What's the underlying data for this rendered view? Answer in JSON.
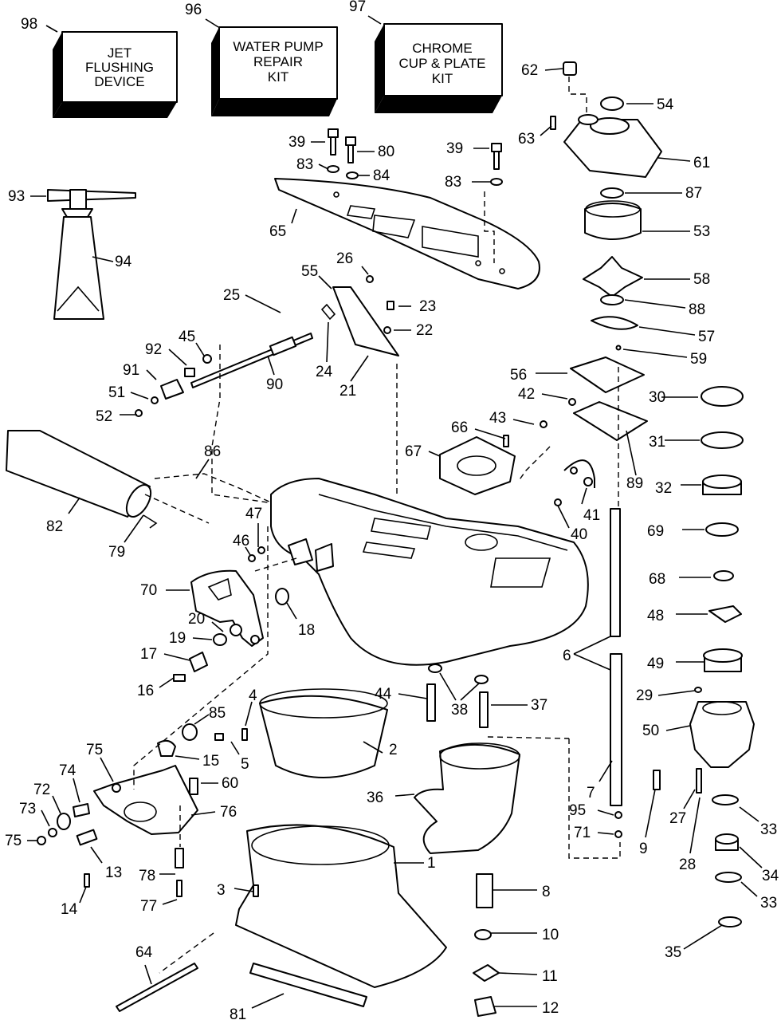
{
  "kits": {
    "k98": [
      "JET",
      "FLUSHING",
      "DEVICE"
    ],
    "k96": [
      "WATER PUMP",
      "REPAIR",
      "KIT"
    ],
    "k97": [
      "CHROME",
      "CUP & PLATE",
      "KIT"
    ]
  },
  "callouts": {
    "n98": "98",
    "n96": "96",
    "n97": "97",
    "n62": "62",
    "n54": "54",
    "n63": "63",
    "n61": "61",
    "n39a": "39",
    "n80": "80",
    "n83a": "83",
    "n84": "84",
    "n39b": "39",
    "n83b": "83",
    "n87": "87",
    "n93": "93",
    "n94": "94",
    "n65": "65",
    "n53": "53",
    "n58": "58",
    "n88": "88",
    "n57": "57",
    "n59": "59",
    "n26": "26",
    "n55": "55",
    "n25": "25",
    "n23": "23",
    "n22": "22",
    "n45": "45",
    "n92": "92",
    "n91": "91",
    "n51": "51",
    "n52": "52",
    "n24": "24",
    "n90": "90",
    "n21": "21",
    "n56": "56",
    "n42": "42",
    "n30": "30",
    "n43": "43",
    "n66": "66",
    "n67": "67",
    "n31": "31",
    "n89": "89",
    "n86": "86",
    "n32": "32",
    "n41": "41",
    "n40": "40",
    "n69": "69",
    "n82": "82",
    "n79": "79",
    "n47": "47",
    "n46": "46",
    "n68": "68",
    "n70": "70",
    "n48": "48",
    "n20": "20",
    "n18": "18",
    "n19": "19",
    "n17": "17",
    "n6": "6",
    "n49": "49",
    "n16": "16",
    "n44": "44",
    "n38": "38",
    "n37": "37",
    "n29": "29",
    "n4": "4",
    "n85": "85",
    "n50": "50",
    "n75a": "75",
    "n15": "15",
    "n5": "5",
    "n2": "2",
    "n60": "60",
    "n74": "74",
    "n72": "72",
    "n36": "36",
    "n7": "7",
    "n76": "76",
    "n73": "73",
    "n27": "27",
    "n33a": "33",
    "n95": "95",
    "n75b": "75",
    "n71": "71",
    "n9": "9",
    "n13": "13",
    "n1": "1",
    "n28": "28",
    "n34": "34",
    "n78": "78",
    "n3": "3",
    "n8": "8",
    "n14": "14",
    "n33b": "33",
    "n77": "77",
    "n10": "10",
    "n64": "64",
    "n35": "35",
    "n11": "11",
    "n81": "81",
    "n12": "12"
  }
}
